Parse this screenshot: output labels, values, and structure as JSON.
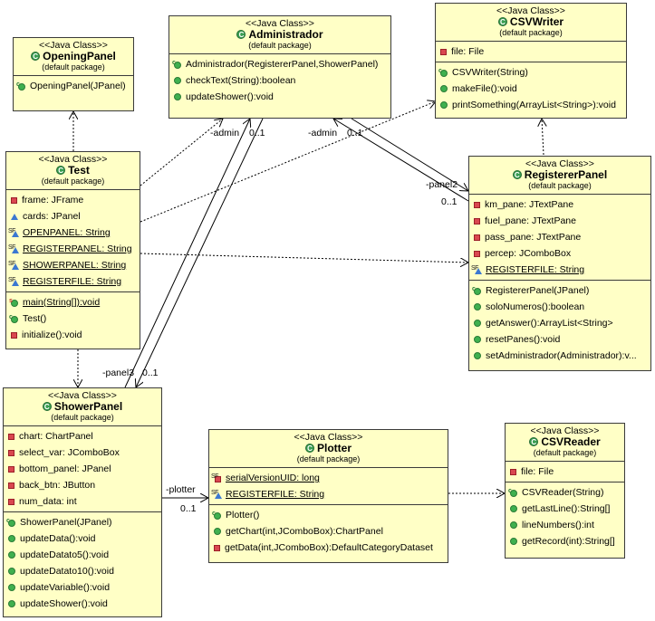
{
  "stereotype": "<<Java Class>>",
  "package": "(default package)",
  "classes": {
    "opening_panel": {
      "name": "OpeningPanel",
      "attributes": [],
      "methods": [
        {
          "vis": "ctor",
          "text": "OpeningPanel(JPanel)"
        }
      ]
    },
    "administrador": {
      "name": "Administrador",
      "attributes": [],
      "methods": [
        {
          "vis": "ctor",
          "text": "Administrador(RegistererPanel,ShowerPanel)"
        },
        {
          "vis": "public",
          "text": "checkText(String):boolean"
        },
        {
          "vis": "public",
          "text": "updateShower():void"
        }
      ]
    },
    "csv_writer": {
      "name": "CSVWriter",
      "attributes": [
        {
          "vis": "private",
          "text": "file: File"
        }
      ],
      "methods": [
        {
          "vis": "ctor",
          "text": "CSVWriter(String)"
        },
        {
          "vis": "public",
          "text": "makeFile():void"
        },
        {
          "vis": "public",
          "text": "printSomething(ArrayList<String>):void"
        }
      ]
    },
    "test": {
      "name": "Test",
      "attributes": [
        {
          "vis": "private",
          "text": "frame: JFrame"
        },
        {
          "vis": "protected",
          "text": "cards: JPanel"
        },
        {
          "vis": "sf",
          "text": "OPENPANEL: String",
          "underline": true
        },
        {
          "vis": "sf",
          "text": "REGISTERPANEL: String",
          "underline": true
        },
        {
          "vis": "sf",
          "text": "SHOWERPANEL: String",
          "underline": true
        },
        {
          "vis": "sf",
          "text": "REGISTERFILE: String",
          "underline": true
        }
      ],
      "methods": [
        {
          "vis": "static",
          "text": "main(String[]):void",
          "underline": true
        },
        {
          "vis": "ctor",
          "text": "Test()"
        },
        {
          "vis": "private",
          "text": "initialize():void"
        }
      ]
    },
    "registerer_panel": {
      "name": "RegistererPanel",
      "attributes": [
        {
          "vis": "private",
          "text": "km_pane: JTextPane"
        },
        {
          "vis": "private",
          "text": "fuel_pane: JTextPane"
        },
        {
          "vis": "private",
          "text": "pass_pane: JTextPane"
        },
        {
          "vis": "private",
          "text": "percep: JComboBox"
        },
        {
          "vis": "sf",
          "text": "REGISTERFILE: String",
          "underline": true
        }
      ],
      "methods": [
        {
          "vis": "ctor",
          "text": "RegistererPanel(JPanel)"
        },
        {
          "vis": "public",
          "text": "soloNumeros():boolean"
        },
        {
          "vis": "public",
          "text": "getAnswer():ArrayList<String>"
        },
        {
          "vis": "public",
          "text": "resetPanes():void"
        },
        {
          "vis": "public",
          "text": "setAdministrador(Administrador):v..."
        }
      ]
    },
    "shower_panel": {
      "name": "ShowerPanel",
      "attributes": [
        {
          "vis": "private",
          "text": "chart: ChartPanel"
        },
        {
          "vis": "private",
          "text": "select_var: JComboBox"
        },
        {
          "vis": "private",
          "text": "bottom_panel: JPanel"
        },
        {
          "vis": "private",
          "text": "back_btn: JButton"
        },
        {
          "vis": "private",
          "text": "num_data: int"
        }
      ],
      "methods": [
        {
          "vis": "ctor",
          "text": "ShowerPanel(JPanel)"
        },
        {
          "vis": "public",
          "text": "updateData():void"
        },
        {
          "vis": "public",
          "text": "updateDatato5():void"
        },
        {
          "vis": "public",
          "text": "updateDatato10():void"
        },
        {
          "vis": "public",
          "text": "updateVariable():void"
        },
        {
          "vis": "public",
          "text": "updateShower():void"
        }
      ]
    },
    "plotter": {
      "name": "Plotter",
      "attributes": [
        {
          "vis": "sf-private",
          "text": "serialVersionUID: long",
          "underline": true
        },
        {
          "vis": "sf",
          "text": "REGISTERFILE: String",
          "underline": true
        }
      ],
      "methods": [
        {
          "vis": "ctor",
          "text": "Plotter()"
        },
        {
          "vis": "public",
          "text": "getChart(int,JComboBox):ChartPanel"
        },
        {
          "vis": "private",
          "text": "getData(int,JComboBox):DefaultCategoryDataset"
        }
      ]
    },
    "csv_reader": {
      "name": "CSVReader",
      "attributes": [
        {
          "vis": "private",
          "text": "file: File"
        }
      ],
      "methods": [
        {
          "vis": "ctor",
          "text": "CSVReader(String)"
        },
        {
          "vis": "public",
          "text": "getLastLine():String[]"
        },
        {
          "vis": "public",
          "text": "lineNumbers():int"
        },
        {
          "vis": "public",
          "text": "getRecord(int):String[]"
        }
      ]
    }
  },
  "edge_labels": {
    "admin_1_role": "-admin",
    "admin_1_mult": "0..1",
    "admin_2_role": "-admin",
    "admin_2_mult": "0..1",
    "panel2_role": "-panel2",
    "panel2_mult": "0..1",
    "panel3_role": "-panel3",
    "panel3_mult": "0..1",
    "plotter_role": "-plotter",
    "plotter_mult": "0..1"
  }
}
